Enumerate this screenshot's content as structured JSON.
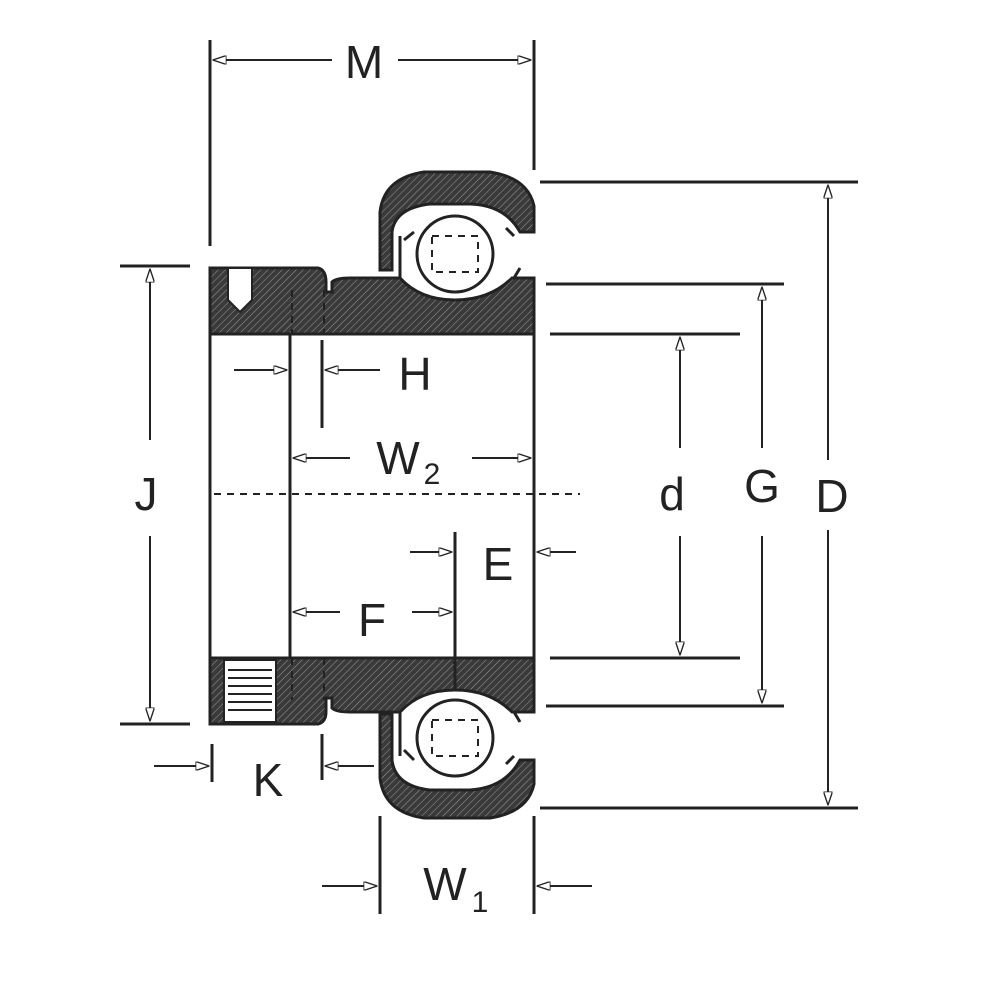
{
  "labels": {
    "M": "M",
    "H": "H",
    "W2_main": "W",
    "W2_sub": "2",
    "J": "J",
    "d": "d",
    "G": "G",
    "D": "D",
    "E": "E",
    "F": "F",
    "K": "K",
    "W1_main": "W",
    "W1_sub": "1"
  },
  "colors": {
    "line": "#222222",
    "section_fill": "#3a3a3a",
    "background": "#ffffff"
  }
}
